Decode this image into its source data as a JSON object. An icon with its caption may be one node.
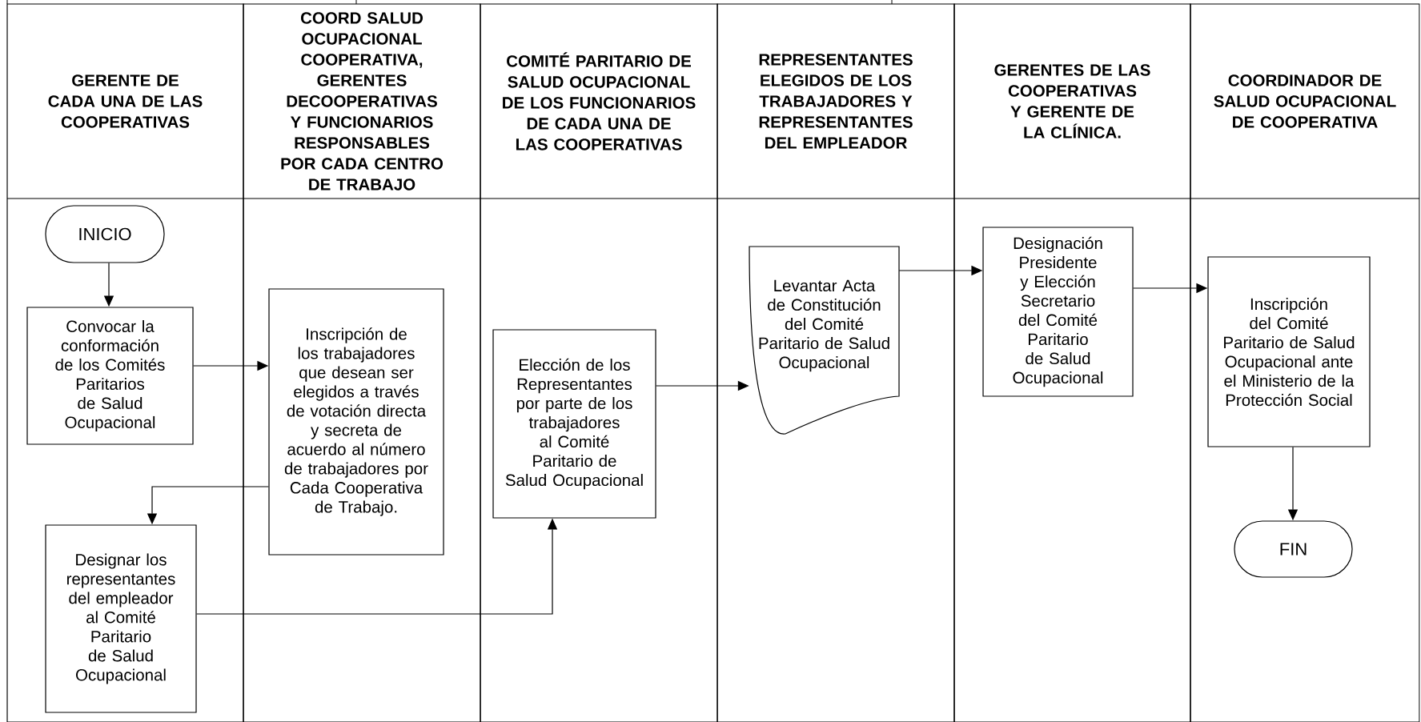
{
  "diagram": {
    "nodes": [
      {
        "text": [
          "GERENTE DE CADA UNA DE LAS COOPERATIVAS"
        ]
      },
      {
        "text": [
          "COORD SALUD OCUPACIONAL COOPERATIVA, GERENTES DECOOPERATIVAS Y FUNCIONARIOS RESPONSABLES POR CADA CENTRO DE TRABAJO"
        ]
      },
      {
        "text": [
          "COMITÉ PARITARIO DE SALUD OCUPACIONAL DE LOS FUNCIONARIOS DE CADA UNA DE LAS COOPERATIVAS"
        ]
      },
      {
        "text": [
          "REPRESENTANTES ELEGIDOS DE LOS TRABAJADORES Y REPRESENTANTES DEL EMPLEADOR"
        ]
      },
      {
        "text": [
          "GERENTES DE LAS COOPERATIVAS Y GERENTE DE LA CLÍNICA."
        ]
      },
      {
        "text": [
          "COORDINADOR DE SALUD OCUPACIONAL DE COOPERATIVA"
        ]
      },
      {
        "text": [
          "INICIO"
        ],
        "in": 0
      },
      {
        "text": [
          "Convocar la conformación de los Comités Paritarios de Salud Ocupacional"
        ],
        "in": 0
      },
      {
        "text": [
          "Inscripción de los trabajadores que desean ser elegidos a través de votación directa y secreta de acuerdo al número de trabajadores por Cada Cooperativa de Trabajo."
        ],
        "in": 1
      },
      {
        "text": [
          "Designar los representantes del empleador al Comité Paritario de Salud Ocupacional"
        ],
        "in": 0
      },
      {
        "text": [
          "Elección de los Representantes por parte de los trabajadores al Comité Paritario de Salud Ocupacional"
        ],
        "in": 2
      },
      {
        "text": [
          "Levantar Acta de Constitución del Comité Paritario de Salud Ocupacional"
        ],
        "in": 3
      },
      {
        "text": [
          "Designación Presidente y Elección Secretario del Comité Paritario de Salud Ocupacional"
        ],
        "in": 4
      },
      {
        "text": [
          "Inscripción del Comité Paritario de Salud Ocupacional ante el Ministerio de la Protección Social"
        ],
        "in": 5
      },
      {
        "text": [
          "FIN"
        ],
        "in": 5
      }
    ],
    "edges": [
      {
        "from": 6,
        "to": 7,
        "arrow": "to"
      },
      {
        "from": 7,
        "to": 8,
        "arrow": "to"
      },
      {
        "from": 8,
        "to": 9,
        "arrow": "to"
      },
      {
        "from": 9,
        "to": 10,
        "arrow": "to"
      },
      {
        "from": 10,
        "to": 11,
        "arrow": "to"
      },
      {
        "from": 11,
        "to": 12,
        "arrow": "to"
      },
      {
        "from": 12,
        "to": 13,
        "arrow": "to"
      },
      {
        "from": 13,
        "to": 14,
        "arrow": "to"
      }
    ]
  }
}
